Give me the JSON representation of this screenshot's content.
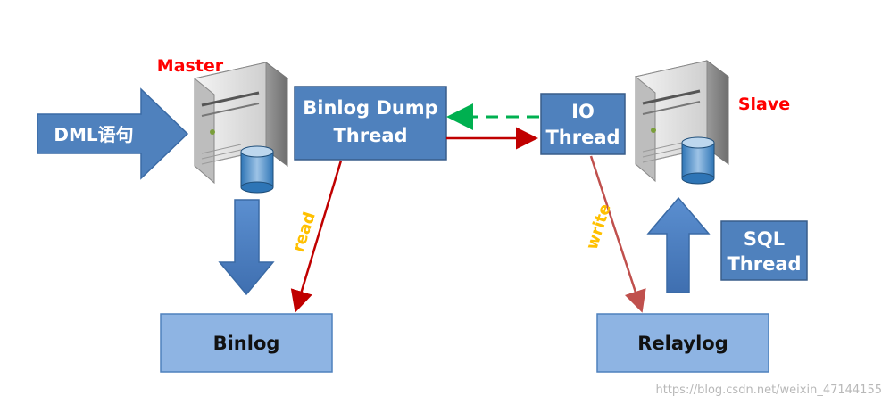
{
  "nodes": {
    "master_label": "Master",
    "slave_label": "Slave",
    "dml_label": "DML语句",
    "binlog_dump_line1": "Binlog Dump",
    "binlog_dump_line2": "Thread",
    "io_line1": "IO",
    "io_line2": "Thread",
    "sql_line1": "SQL",
    "sql_line2": "Thread",
    "binlog_label": "Binlog",
    "relaylog_label": "Relaylog"
  },
  "edges": {
    "read_label": "read",
    "write_label": "write"
  },
  "watermark": "https://blog.csdn.net/weixin_47144155",
  "colors": {
    "thread_box": "#4f81bd",
    "log_box": "#8eb4e3",
    "log_border": "#4f81bd",
    "server_label": "#ff0000",
    "edge_label": "#ffc000",
    "arrow_red": "#c00000",
    "arrow_green": "#00b050",
    "big_arrow": "#4a7ebb"
  }
}
